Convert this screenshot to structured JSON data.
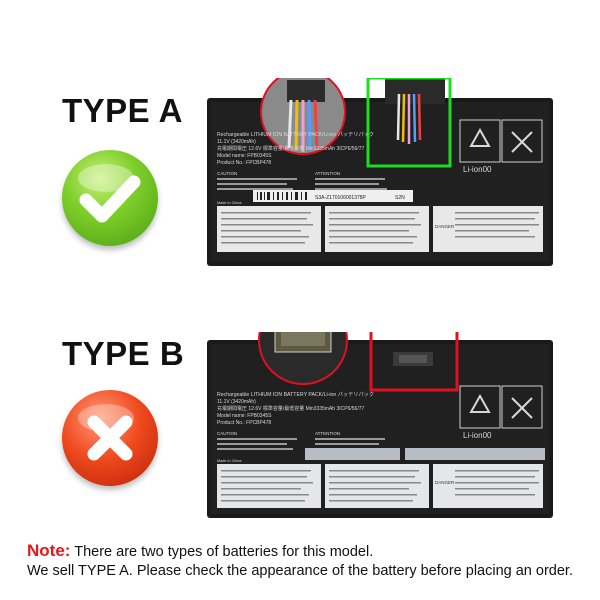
{
  "type_a": {
    "label": "TYPE A",
    "status_icon": "checkmark-icon",
    "battery": {
      "line1": "Rechargeable LITHIUM ION BATTERY PACK/Li-ion バッテリパック",
      "line2": "11.1V (3420mAh)",
      "line3": "充電期間電圧 12.6V 標準容量/最低容量 Min3335mAh  3ICP6/56/77",
      "line4": "Model name: FPB0345S",
      "line5": "Product No.: FPCBP478",
      "caution": "CAUTION",
      "attention": "ATTENTION",
      "serial": "S3A-Z170106001378P",
      "sn": "S2N",
      "danger": "DANGER",
      "li_ion": "Li-ion00",
      "made_in": "Made in China"
    }
  },
  "type_b": {
    "label": "TYPE B",
    "status_icon": "cross-icon",
    "battery": {
      "line1": "Rechargeable LITHIUM ION BATTERY PACK/Li-ion バッテリパック",
      "line2": "11.1V (3420mAh)",
      "line3": "充電期間電圧 12.6V 標準容量/最低容量 Min3335mAh  3ICP6/56/77",
      "line4": "Model name: FPB0345S",
      "line5": "Product No.: FPCBP478",
      "caution": "CAUTION",
      "attention": "ATTENTION",
      "danger": "DANGER",
      "li_ion": "Li-ion00",
      "made_in": "Made in China"
    }
  },
  "note": {
    "label": "Note:",
    "text": "There are two types of batteries for this model.",
    "line2": "We sell TYPE A. Please check the appearance of the battery before placing an order."
  },
  "colors": {
    "highlight_green": "#1fdc1f",
    "highlight_red": "#e01020",
    "note_red": "#e8161c"
  }
}
